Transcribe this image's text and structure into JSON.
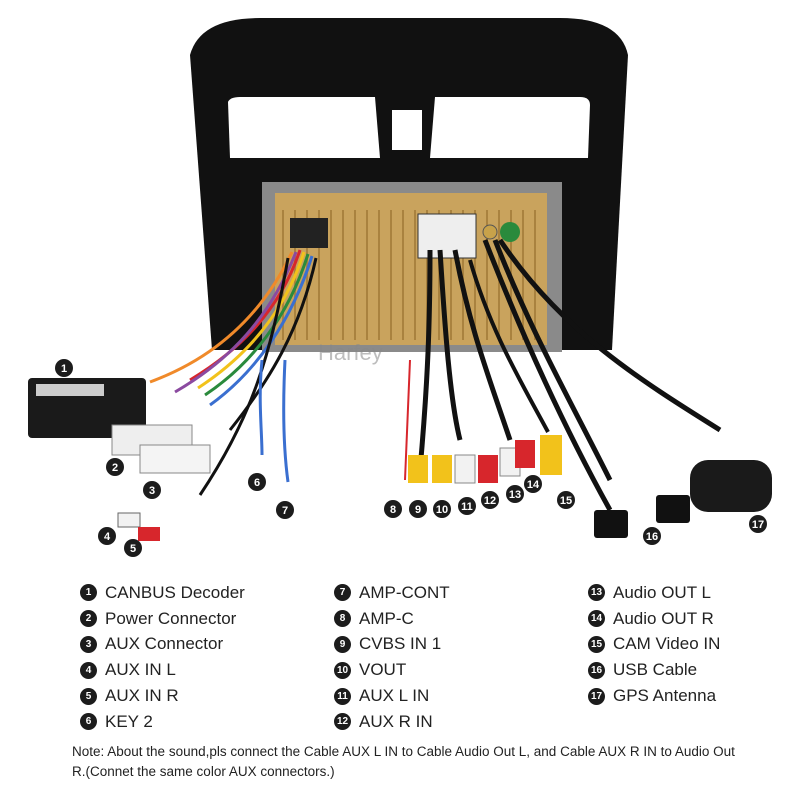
{
  "watermark": "Harfey",
  "legend": [
    {
      "num": "1",
      "label": "CANBUS Decoder"
    },
    {
      "num": "2",
      "label": "Power Connector"
    },
    {
      "num": "3",
      "label": "AUX Connector"
    },
    {
      "num": "4",
      "label": "AUX IN L"
    },
    {
      "num": "5",
      "label": "AUX IN R"
    },
    {
      "num": "6",
      "label": "KEY 2"
    },
    {
      "num": "7",
      "label": "AMP-CONT"
    },
    {
      "num": "8",
      "label": "AMP-C"
    },
    {
      "num": "9",
      "label": "CVBS IN 1"
    },
    {
      "num": "10",
      "label": "VOUT"
    },
    {
      "num": "11",
      "label": "AUX L IN"
    },
    {
      "num": "12",
      "label": "AUX R IN"
    },
    {
      "num": "13",
      "label": "Audio OUT L"
    },
    {
      "num": "14",
      "label": "Audio OUT R"
    },
    {
      "num": "15",
      "label": "CAM Video IN"
    },
    {
      "num": "16",
      "label": "USB Cable"
    },
    {
      "num": "17",
      "label": "GPS Antenna"
    }
  ],
  "note": "Note: About the sound,pls connect the Cable AUX L IN to Cable Audio Out L, and Cable AUX R IN to Audio Out R.(Connet the same color AUX connectors.)",
  "colors": {
    "frame": "#111111",
    "board": "#c9a35d",
    "wire_red": "#d7262c",
    "wire_yellow": "#f2c21b",
    "wire_white": "#f2f2f2",
    "badge": "#1c1c1c"
  }
}
